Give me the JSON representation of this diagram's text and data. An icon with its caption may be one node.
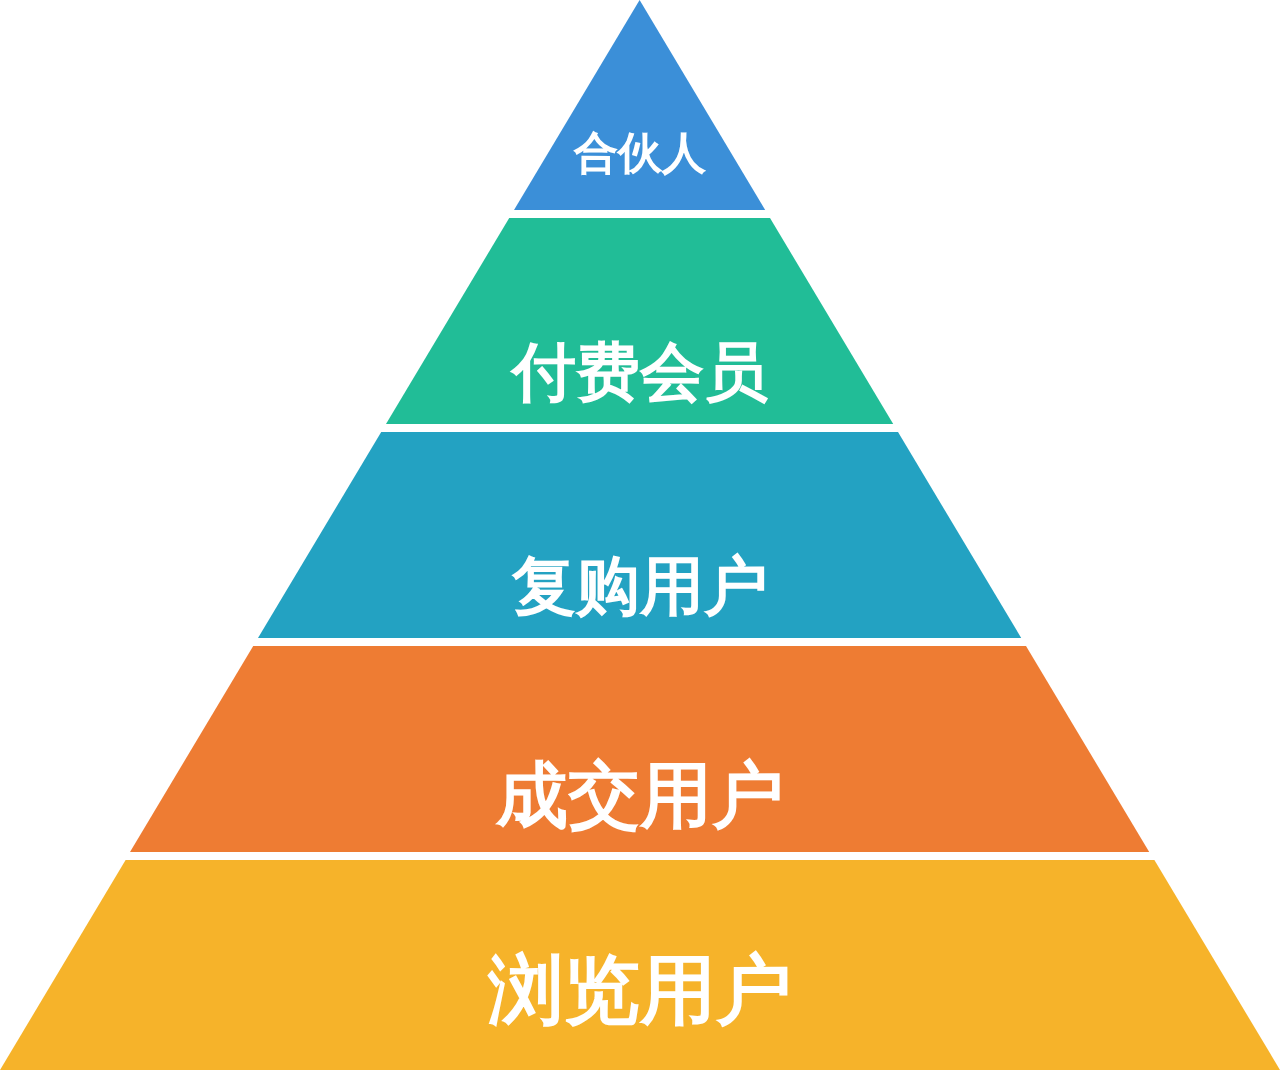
{
  "diagram": {
    "nodes": [
      {
        "text": [
          "合伙人"
        ]
      },
      {
        "text": [
          "付费会员"
        ]
      },
      {
        "text": [
          "复购用户"
        ]
      },
      {
        "text": [
          "成交用户"
        ]
      },
      {
        "text": [
          "浏览用户"
        ]
      }
    ]
  }
}
